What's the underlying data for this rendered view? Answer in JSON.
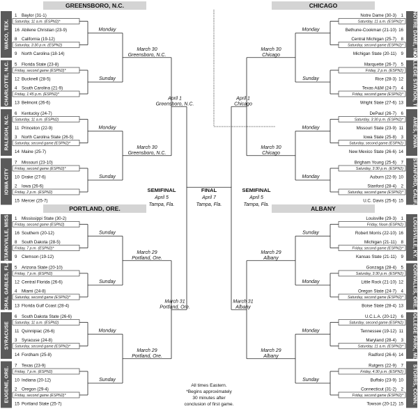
{
  "regions": {
    "tl": {
      "name": "GREENSBORO, N.C.",
      "sites": [
        "WACO, TEX.",
        "CHARLOTTE, N.C.",
        "RALEIGH, N.C.",
        "IOWA CITY"
      ],
      "teams": [
        {
          "seed": "1",
          "name": "Baylor (31-1)"
        },
        {
          "seed": "16",
          "name": "Abilene Christian (23-9)"
        },
        {
          "seed": "8",
          "name": "California (19-12)"
        },
        {
          "seed": "9",
          "name": "North Carolina (18-14)"
        },
        {
          "seed": "5",
          "name": "Florida State (23-8)"
        },
        {
          "seed": "12",
          "name": "Bucknell (28-5)"
        },
        {
          "seed": "4",
          "name": "South Carolina (21-9)"
        },
        {
          "seed": "13",
          "name": "Belmont (26-6)"
        },
        {
          "seed": "6",
          "name": "Kentucky (24-7)"
        },
        {
          "seed": "11",
          "name": "Princeton (22-9)"
        },
        {
          "seed": "3",
          "name": "North Carolina State (26-5)"
        },
        {
          "seed": "14",
          "name": "Maine (25-7)"
        },
        {
          "seed": "7",
          "name": "Missouri (23-10)"
        },
        {
          "seed": "10",
          "name": "Drake (27-6)"
        },
        {
          "seed": "2",
          "name": "Iowa (26-6)"
        },
        {
          "seed": "15",
          "name": "Mercer (25-7)"
        }
      ],
      "games": [
        "Saturday, 11 a.m. (ESPN2)*",
        "Saturday, 3:30 p.m. (ESPN2)",
        "Friday, second game (ESPN2)*",
        "Friday, 1:45 p.m. (ESPN2)*",
        "Saturday, 11 a.m. (ESPN2)",
        "Saturday, second game (ESPN2)*",
        "Friday, second game (ESPN2)*",
        "Friday, 2 p.m. (ESPN2)"
      ],
      "days": [
        "Monday",
        "Sunday",
        "Monday",
        "Sunday"
      ],
      "r2": [
        [
          "March 30",
          "Greensboro, N.C."
        ],
        [
          "March 30",
          "Greensboro, N.C."
        ]
      ],
      "r3": [
        "April 1",
        "Greensboro, N.C."
      ]
    },
    "tr": {
      "name": "CHICAGO",
      "sites": [
        "NOTRE DAME, IND.",
        "COLLEGE STATION, TEX.",
        "AMES, IOWA",
        "STANFORD, CALIF."
      ],
      "teams": [
        {
          "seed": "1",
          "name": "Notre Dame (30-3)"
        },
        {
          "seed": "16",
          "name": "Bethune-Cookman (21-10)"
        },
        {
          "seed": "8",
          "name": "Central Michigan (25-7)"
        },
        {
          "seed": "9",
          "name": "Michigan State (20-11)"
        },
        {
          "seed": "5",
          "name": "Marquette (26-7)"
        },
        {
          "seed": "12",
          "name": "Rice (28-3)"
        },
        {
          "seed": "4",
          "name": "Texas A&M (24-7)"
        },
        {
          "seed": "13",
          "name": "Wright State (27-6)"
        },
        {
          "seed": "6",
          "name": "DePaul (26-7)"
        },
        {
          "seed": "11",
          "name": "Missouri State (23-9)"
        },
        {
          "seed": "3",
          "name": "Iowa State (25-8)"
        },
        {
          "seed": "14",
          "name": "New Mexico State (26-6)"
        },
        {
          "seed": "7",
          "name": "Brigham Young (25-6)"
        },
        {
          "seed": "10",
          "name": "Auburn (22-9)"
        },
        {
          "seed": "2",
          "name": "Stanford (28-4)"
        },
        {
          "seed": "15",
          "name": "U.C. Davis (25-6)"
        }
      ],
      "games": [
        "Saturday, 11 a.m. (ESPN2)*",
        "Saturday, second game (ESPN2)*",
        "Friday, 2 p.m. (ESPN2)",
        "Friday, second game (ESPN2)*",
        "Saturday, 3:30 p.m. (ESPN2)*",
        "Saturday, second game (ESPN2)",
        "Saturday, 3:30 p.m. (ESPN2)",
        "Saturday, second game (ESPN2)*"
      ],
      "days": [
        "Monday",
        "Sunday",
        "Monday",
        "Monday"
      ],
      "r2": [
        [
          "March 30",
          "Chicago"
        ],
        [
          "March 30",
          "Chicago"
        ]
      ],
      "r3": [
        "April 1",
        "Chicago"
      ]
    },
    "bl": {
      "name": "PORTLAND, ORE.",
      "sites": [
        "STARKVILLE, MISS.",
        "CORAL GABLES, FLA.",
        "SYRACUSE",
        "EUGENE, ORE."
      ],
      "teams": [
        {
          "seed": "1",
          "name": "Mississippi State (30-2)"
        },
        {
          "seed": "16",
          "name": "Southern (20-12)"
        },
        {
          "seed": "8",
          "name": "South Dakota (28-5)"
        },
        {
          "seed": "9",
          "name": "Clemson (19-12)"
        },
        {
          "seed": "5",
          "name": "Arizona State (20-10)"
        },
        {
          "seed": "12",
          "name": "Central Florida (26-6)"
        },
        {
          "seed": "4",
          "name": "Miami (24-8)"
        },
        {
          "seed": "13",
          "name": "Florida Gulf Coast (28-4)"
        },
        {
          "seed": "6",
          "name": "South Dakota State (26-6)"
        },
        {
          "seed": "11",
          "name": "Quinnipiac (26-6)"
        },
        {
          "seed": "3",
          "name": "Syracuse (24-8)"
        },
        {
          "seed": "14",
          "name": "Fordham (25-8)"
        },
        {
          "seed": "7",
          "name": "Texas (23-9)"
        },
        {
          "seed": "10",
          "name": "Indiana (20-12)"
        },
        {
          "seed": "2",
          "name": "Oregon (29-4)"
        },
        {
          "seed": "15",
          "name": "Portland State (25-7)"
        }
      ],
      "games": [
        "Friday, second game (ESPN2)",
        "Friday, 7 p.m. (ESPN2)*",
        "Friday, 7 p.m. (ESPN2)",
        "Saturday, second game (ESPN2)*",
        "Saturday, 11 a.m. (ESPN2)",
        "Saturday, second game (ESPN2)*",
        "Friday, 7 p.m. (ESPN2)",
        "Friday, second game (ESPN2)*"
      ],
      "days": [
        "Sunday",
        "Sunday",
        "Monday",
        "Sunday"
      ],
      "r2": [
        [
          "March 29",
          "Portland, Ore."
        ],
        [
          "March 29",
          "Portland, Ore."
        ]
      ],
      "r3": [
        "March 31",
        "Portland, Ore."
      ]
    },
    "br": {
      "name": "ALBANY",
      "sites": [
        "LOUISVILLE, KY.",
        "CORVALLIS, ORE.",
        "COLLEGE PARK, MD.",
        "STORRS, CONN."
      ],
      "teams": [
        {
          "seed": "1",
          "name": "Louisville (29-3)"
        },
        {
          "seed": "16",
          "name": "Robert Morris (22-10)"
        },
        {
          "seed": "8",
          "name": "Michigan (21-11)"
        },
        {
          "seed": "9",
          "name": "Kansas State (21-11)"
        },
        {
          "seed": "5",
          "name": "Gonzaga (28-4)"
        },
        {
          "seed": "12",
          "name": "Little Rock (21-10)"
        },
        {
          "seed": "4",
          "name": "Oregon State (24-7)"
        },
        {
          "seed": "13",
          "name": "Boise State (28-4)"
        },
        {
          "seed": "6",
          "name": "U.C.L.A. (20-12)"
        },
        {
          "seed": "11",
          "name": "Tennessee (19-12)"
        },
        {
          "seed": "3",
          "name": "Maryland (28-4)"
        },
        {
          "seed": "14",
          "name": "Radford (26-6)"
        },
        {
          "seed": "7",
          "name": "Rutgers (22-9)"
        },
        {
          "seed": "10",
          "name": "Buffalo (23-9)"
        },
        {
          "seed": "2",
          "name": "Connecticut (31-2)"
        },
        {
          "seed": "15",
          "name": "Towson (20-12)"
        }
      ],
      "games": [
        "Friday, Noon (ESPN2)",
        "Friday, second game (ESPN2)*",
        "Saturday, 3:30 p.m. (ESPN2)",
        "Saturday, second game (ESPN2)*",
        "Saturday, second game (ESPN2)",
        "Saturday, 11 a.m. (ESPN2)*",
        "Friday, 4:30 p.m. (ESPN2)",
        "Friday, second game (ESPN2)*"
      ],
      "days": [
        "Sunday",
        "Monday",
        "Monday",
        "Sunday"
      ],
      "r2": [
        [
          "March 29",
          "Albany"
        ],
        [
          "March 29",
          "Albany"
        ]
      ],
      "r3": [
        "March 31",
        "Albany"
      ]
    }
  },
  "center": {
    "semi_left": [
      "SEMIFINAL",
      "April 5",
      "Tampa, Fla."
    ],
    "final": [
      "FINAL",
      "April 7",
      "Tampa, Fla."
    ],
    "semi_right": [
      "SEMIFINAL",
      "April 5",
      "Tampa, Fla."
    ],
    "note": [
      "All times Eastern.",
      "*Begins approximately",
      "30 minutes after",
      "conclusion of first game."
    ]
  }
}
